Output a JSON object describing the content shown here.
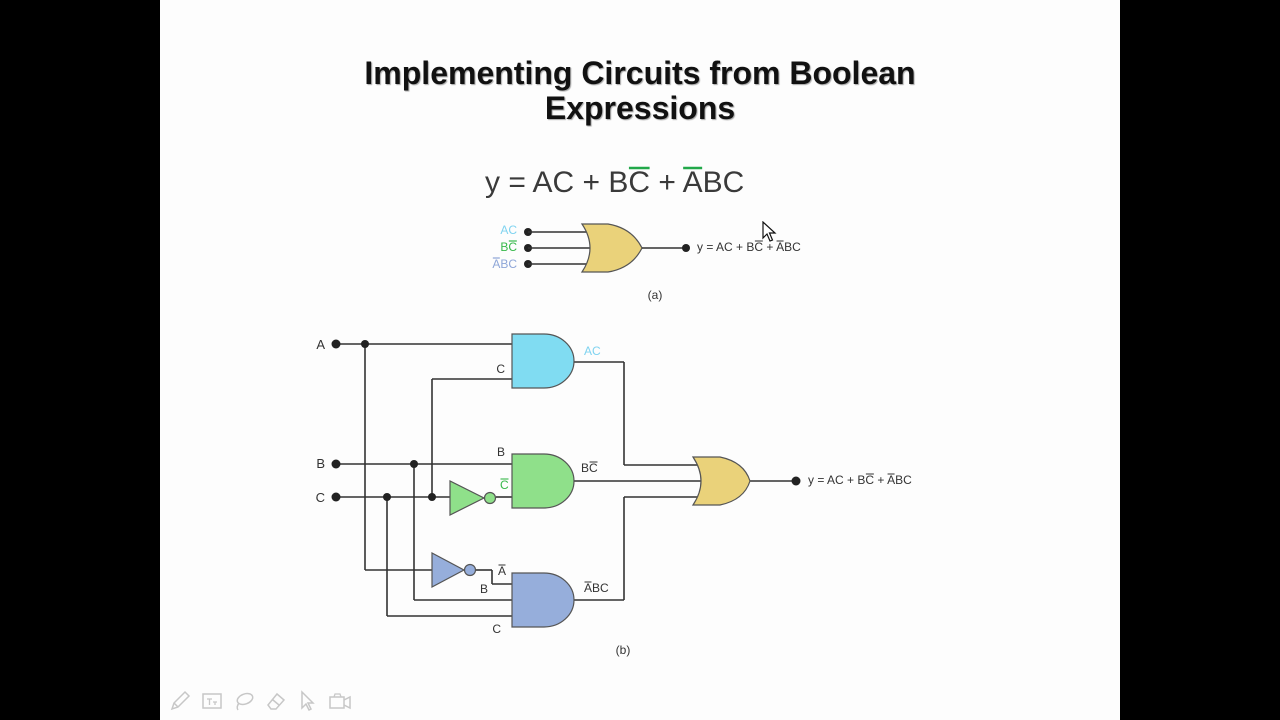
{
  "slide": {
    "title_line1": "Implementing Circuits from Boolean",
    "title_line2": "Expressions"
  },
  "equation": {
    "p1": "y = AC + B",
    "p2": "C",
    "p3": " + ",
    "p4": "A",
    "p5": "BC"
  },
  "diagram_a": {
    "input_ac": "AC",
    "input_bc_b": "B",
    "input_bc_c": "C",
    "input_abc_a": "A",
    "input_abc_bc": "BC",
    "output_p1": "y = AC + B",
    "output_p2": "C",
    "output_p3": " + ",
    "output_p4": "A",
    "output_p5": "BC",
    "caption": "(a)"
  },
  "diagram_b": {
    "input_a": "A",
    "input_b": "B",
    "input_c": "C",
    "and1_in_c": "C",
    "and1_out": "AC",
    "and2_in_b": "B",
    "and2_in_cbar": "C",
    "and2_out_b": "B",
    "and2_out_c": "C",
    "and3_in_abar": "A",
    "and3_in_b": "B",
    "and3_in_c": "C",
    "and3_out_a": "A",
    "and3_out_bc": "BC",
    "output_p1": "y = AC + B",
    "output_p2": "C",
    "output_p3": " + ",
    "output_p4": "A",
    "output_p5": "BC",
    "caption": "(b)"
  },
  "colors": {
    "and_ac": "#80dcf2",
    "and_bc": "#8fe08a",
    "and_abc": "#96aedb",
    "or_gate": "#ead27a",
    "label_ac": "#7fd3f0",
    "label_bc": "#37b84a",
    "label_abc": "#8ea6d8",
    "wire": "#333333"
  },
  "toolbar": {
    "tools": [
      "pen-icon",
      "text-box-icon",
      "lasso-icon",
      "eraser-icon",
      "pointer-icon",
      "camera-icon"
    ]
  }
}
